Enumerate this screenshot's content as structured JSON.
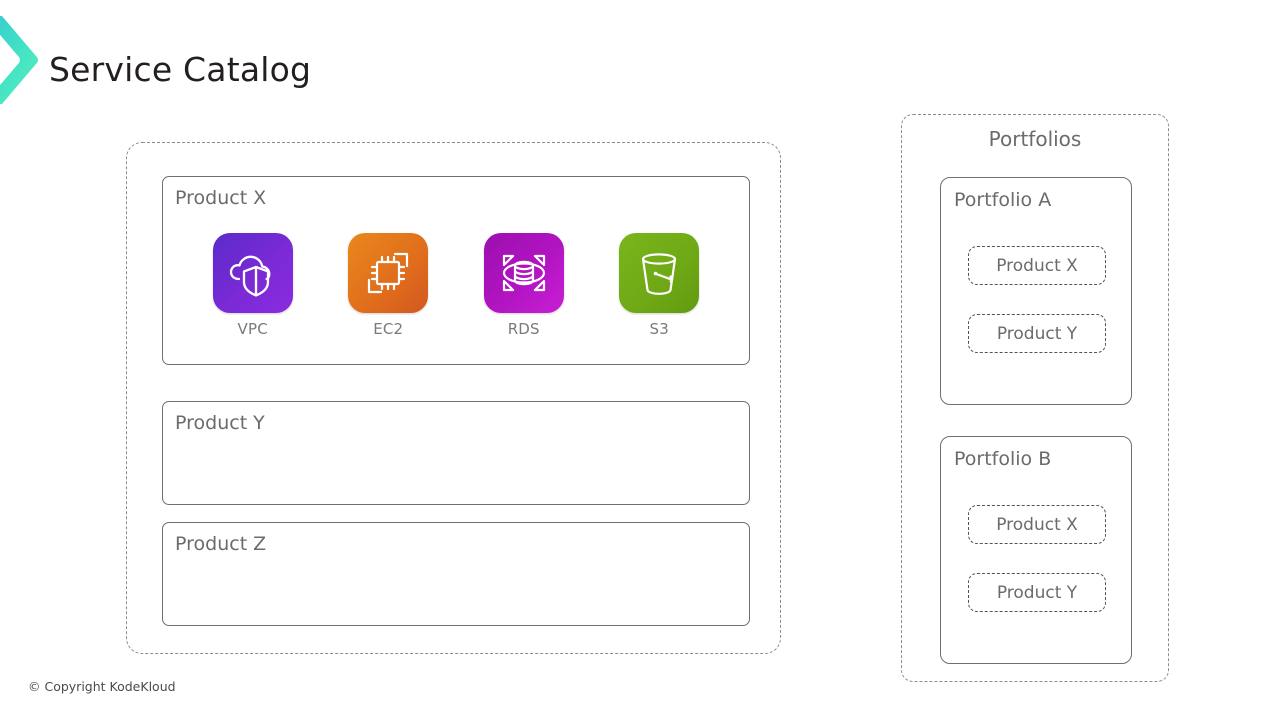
{
  "header": {
    "title": "Service Catalog",
    "logo_icon": "chevron-right-logo",
    "logo_color_start": "#3fd6d0",
    "logo_color_end": "#4defc0"
  },
  "catalog": {
    "products": [
      {
        "name": "Product X",
        "services": [
          {
            "label": "VPC",
            "icon": "vpc-cloud-shield-icon",
            "color": "#7b2ad6"
          },
          {
            "label": "EC2",
            "icon": "ec2-chip-icon",
            "color": "#e06c1c"
          },
          {
            "label": "RDS",
            "icon": "rds-database-icon",
            "color": "#b214c2"
          },
          {
            "label": "S3",
            "icon": "s3-bucket-icon",
            "color": "#6fa815"
          }
        ]
      },
      {
        "name": "Product Y",
        "services": []
      },
      {
        "name": "Product Z",
        "services": []
      }
    ]
  },
  "portfolios": {
    "title": "Portfolios",
    "items": [
      {
        "name": "Portfolio A",
        "products": [
          "Product X",
          "Product Y"
        ]
      },
      {
        "name": "Portfolio B",
        "products": [
          "Product X",
          "Product Y"
        ]
      }
    ]
  },
  "footer": {
    "copyright": "© Copyright KodeKloud"
  }
}
